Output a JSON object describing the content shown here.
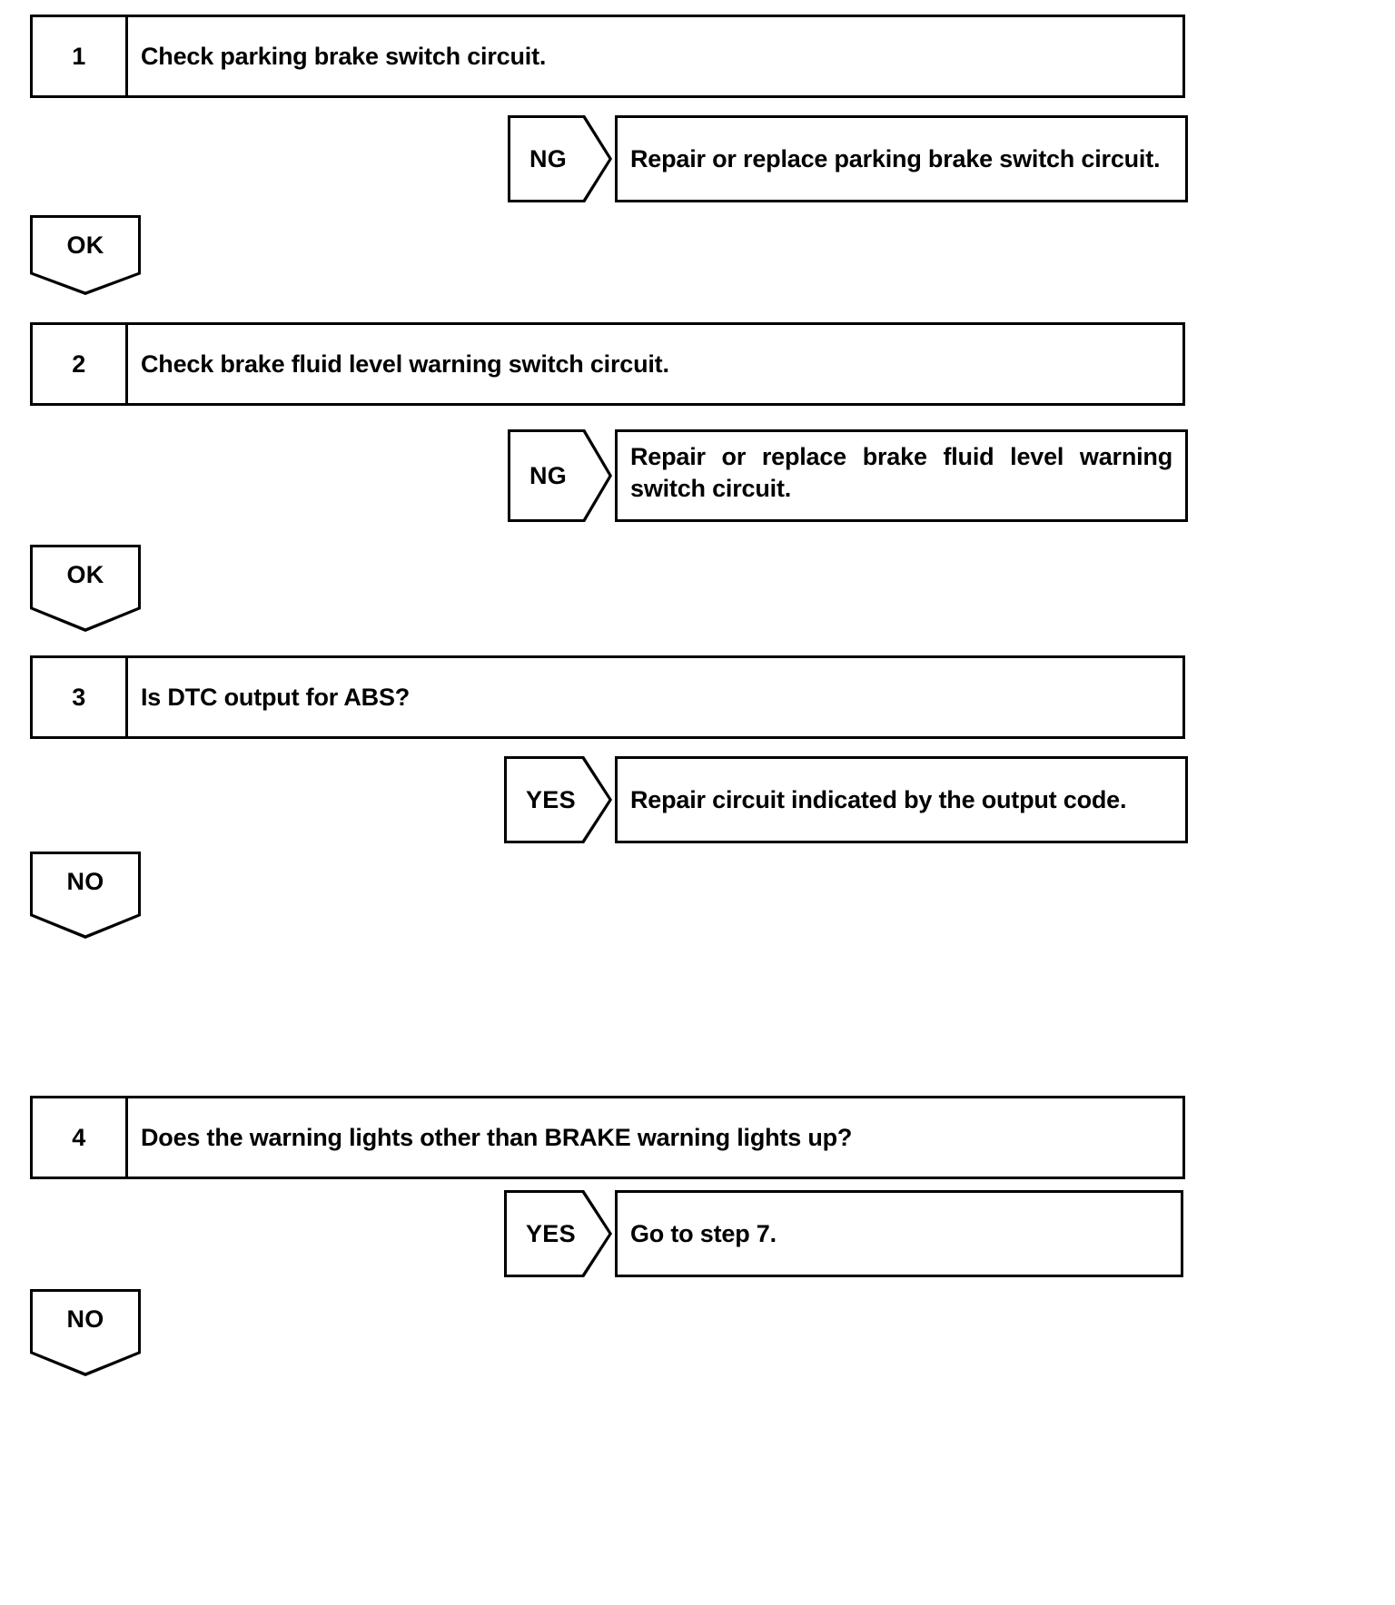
{
  "document": {
    "kind": "diagnostic-flowchart",
    "colors": {
      "ink": "#000000",
      "paper": "#ffffff"
    }
  },
  "steps": [
    {
      "number": "1",
      "text": "Check parking brake switch circuit.",
      "branch": {
        "tag": "NG",
        "result_lines": [
          "Repair or replace parking brake switch circuit."
        ],
        "justified": false
      },
      "pass": {
        "tag": "OK"
      }
    },
    {
      "number": "2",
      "text": "Check brake fluid level warning switch circuit.",
      "branch": {
        "tag": "NG",
        "result_lines": [
          "Repair or replace brake fluid level warning",
          "switch circuit."
        ],
        "justified": true
      },
      "pass": {
        "tag": "OK"
      }
    },
    {
      "number": "3",
      "text": "Is DTC output for ABS?",
      "branch": {
        "tag": "YES",
        "result_lines": [
          "Repair circuit indicated by the output code."
        ],
        "justified": false
      },
      "pass": {
        "tag": "NO"
      }
    },
    {
      "number": "4",
      "text": "Does the warning lights other than BRAKE warning lights up?",
      "branch": {
        "tag": "YES",
        "result_lines": [
          "Go to step 7."
        ],
        "justified": false
      },
      "pass": {
        "tag": "NO"
      }
    }
  ]
}
